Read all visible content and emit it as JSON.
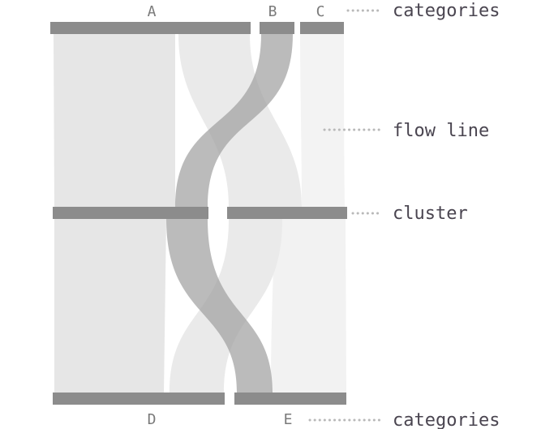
{
  "top_categories": [
    "A",
    "B",
    "C"
  ],
  "bottom_categories": [
    "D",
    "E"
  ],
  "annotations": {
    "top": "categories",
    "flow": "flow line",
    "cluster": "cluster",
    "bottom": "categories"
  },
  "colors": {
    "bar": "#8c8c8c",
    "flow_light": "#f2f2f2",
    "flow_mid": "#e6e6e6",
    "flow_dark": "#b4b4b4",
    "dots": "#b9b9b9",
    "annotation_text": "#4a4550",
    "category_text": "#7a7a7a"
  }
}
